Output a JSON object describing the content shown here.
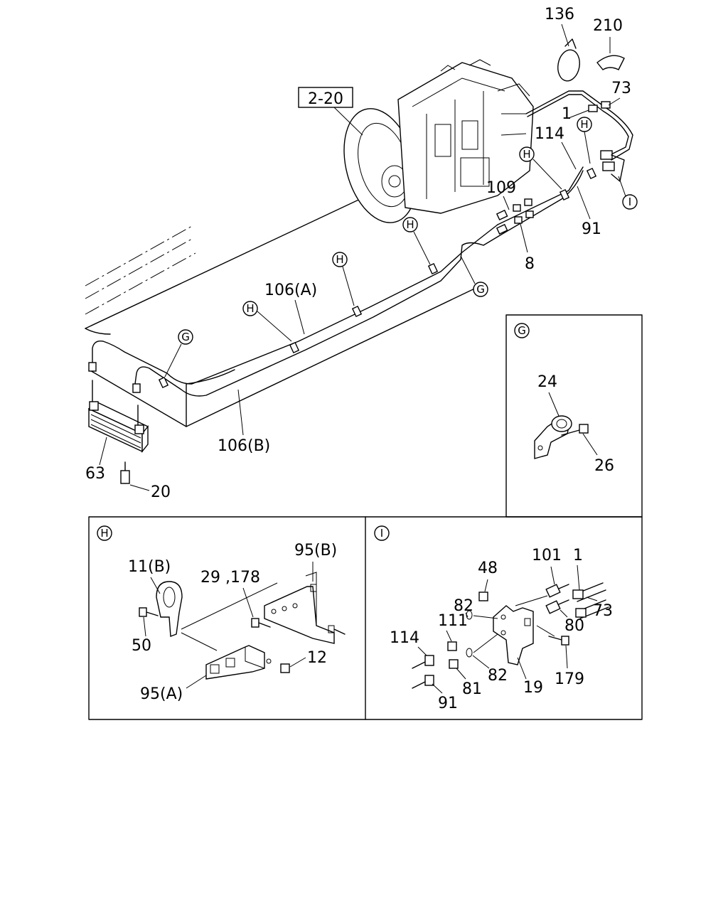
{
  "ref_box": "2-20",
  "callouts": {
    "G": "G",
    "H": "H",
    "I": "I"
  },
  "labels": {
    "p136": "136",
    "p210": "210",
    "p73": "73",
    "p1": "1",
    "p114": "114",
    "p109": "109",
    "p91": "91",
    "p8": "8",
    "p106a": "106(A)",
    "p106b": "106(B)",
    "p63": "63",
    "p20": "20",
    "g24": "24",
    "g26": "26",
    "h11b": "11(B)",
    "h29": "29 ,178",
    "h95b": "95(B)",
    "h50": "50",
    "h12": "12",
    "h95a": "95(A)",
    "i48": "48",
    "i101": "101",
    "i1": "1",
    "i82a": "82",
    "i73": "73",
    "i80": "80",
    "i111": "111",
    "i114": "114",
    "i82b": "82",
    "i179": "179",
    "i81": "81",
    "i19": "19",
    "i91": "91"
  }
}
